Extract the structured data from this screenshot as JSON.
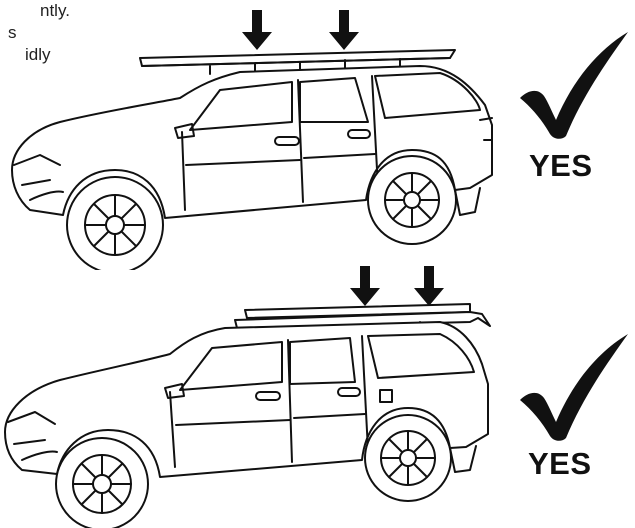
{
  "intro": {
    "lines": [
      "ntly.",
      "s",
      "idly"
    ]
  },
  "panels": [
    {
      "label": "YES",
      "arrow_count": 2,
      "check_icon": "check-mark-icon",
      "arrow_icon": "down-arrow-icon"
    },
    {
      "label": "YES",
      "arrow_count": 2,
      "check_icon": "check-mark-icon",
      "arrow_icon": "down-arrow-icon"
    }
  ]
}
